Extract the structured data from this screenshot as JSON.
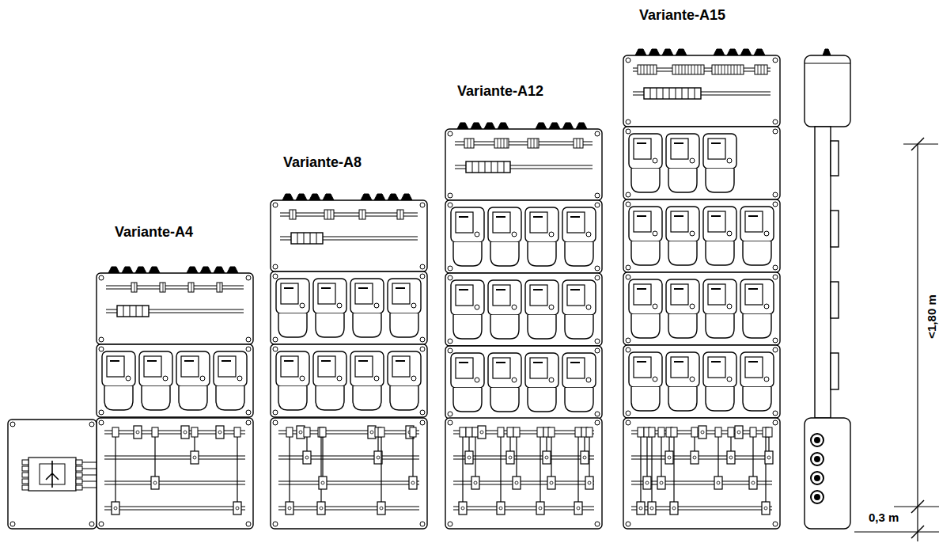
{
  "diagram": {
    "labels": [
      "Variante-A4",
      "Variante-A8",
      "Variante-A12",
      "Variante-A15",
      "<1,80 m",
      "0,3 m"
    ]
  }
}
